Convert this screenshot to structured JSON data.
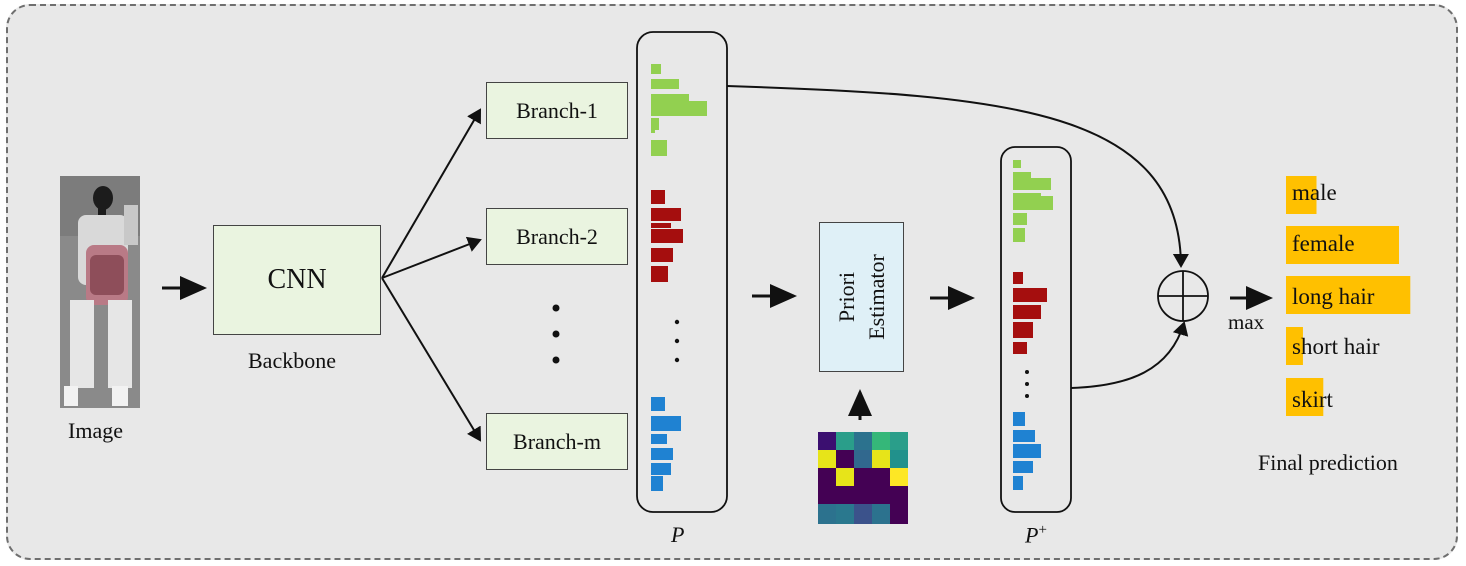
{
  "image": {
    "label": "Image"
  },
  "backbone": {
    "box_label": "CNN",
    "caption": "Backbone"
  },
  "branches": [
    {
      "label": "Branch-1"
    },
    {
      "label": "Branch-2"
    },
    {
      "label": "Branch-m"
    }
  ],
  "prob_groups": {
    "p_label": "P",
    "p_plus_label": "P",
    "p_plus_superscript": "+"
  },
  "estimator": {
    "line1": "Priori",
    "line2": "Estimator"
  },
  "fusion": {
    "max_label": "max"
  },
  "final": {
    "caption": "Final prediction",
    "attributes": [
      {
        "name": "male",
        "score": 0.27
      },
      {
        "name": "female",
        "score": 1.0
      },
      {
        "name": "long hair",
        "score": 1.1
      },
      {
        "name": "short hair",
        "score": 0.15
      },
      {
        "name": "skirt",
        "score": 0.33
      }
    ]
  },
  "colors": {
    "green": "#92d050",
    "red": "#a50e0e",
    "blue": "#1f82d2",
    "orange": "#ffc000",
    "box_fill": "#eaf4e0",
    "estimator_fill": "#dff0f7"
  }
}
